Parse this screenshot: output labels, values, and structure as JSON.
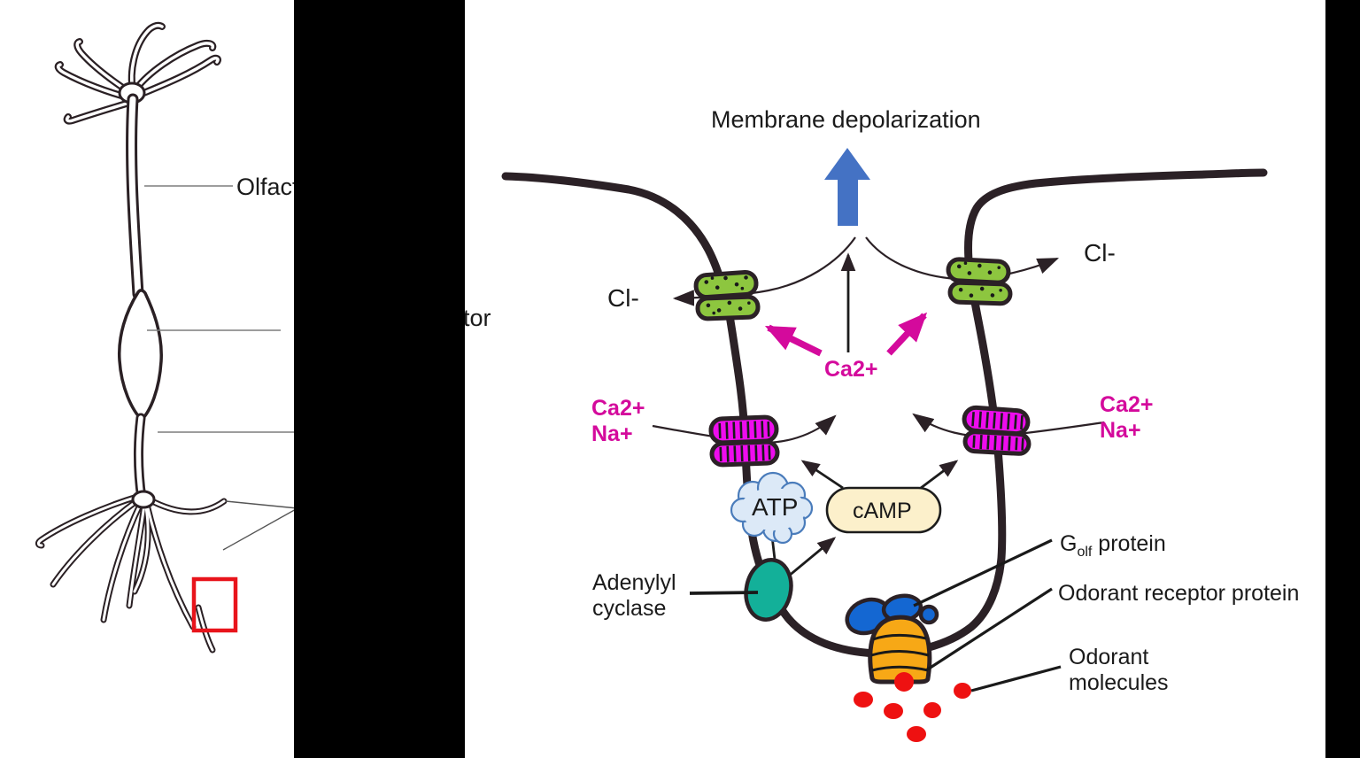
{
  "left_figure": {
    "neuron_label_fragment_top": "Olfact",
    "neuron_label_fragment_mid": "tor"
  },
  "pathway": {
    "title": "Membrane depolarization",
    "labels": {
      "cl_left": "Cl-",
      "cl_right": "Cl-",
      "ca_center": "Ca2+",
      "left_channel_ion_1": "Ca2+",
      "left_channel_ion_2": "Na+",
      "right_channel_ion_1": "Ca2+",
      "right_channel_ion_2": "Na+",
      "atp": "ATP",
      "camp": "cAMP",
      "adenylyl_line1": "Adenylyl",
      "adenylyl_line2": "cyclase",
      "g_protein_base": "G",
      "g_protein_sub": "olf",
      "g_protein_rest": " protein",
      "odorant_receptor": "Odorant receptor protein",
      "odorant_molecules_line1": "Odorant",
      "odorant_molecules_line2": "molecules"
    },
    "colors": {
      "membrane_dark": "#2b2126",
      "depolarization_arrow_blue": "#4472c4",
      "chloride_channel_green": "#8dc63f",
      "cation_channel_magenta": "#ee0cee",
      "ion_text_magenta": "#d40a9c",
      "atp_cloud_fill": "#dce9f7",
      "atp_cloud_stroke": "#4a7cbb",
      "camp_pill_fill": "#fcf0cb",
      "adenylyl_cyclase_teal": "#13b099",
      "g_protein_blue": "#1467d2",
      "odorant_receptor_orange": "#f7a816",
      "odorant_molecule_red": "#ee1111",
      "highlight_box_red": "#e8141b"
    }
  }
}
